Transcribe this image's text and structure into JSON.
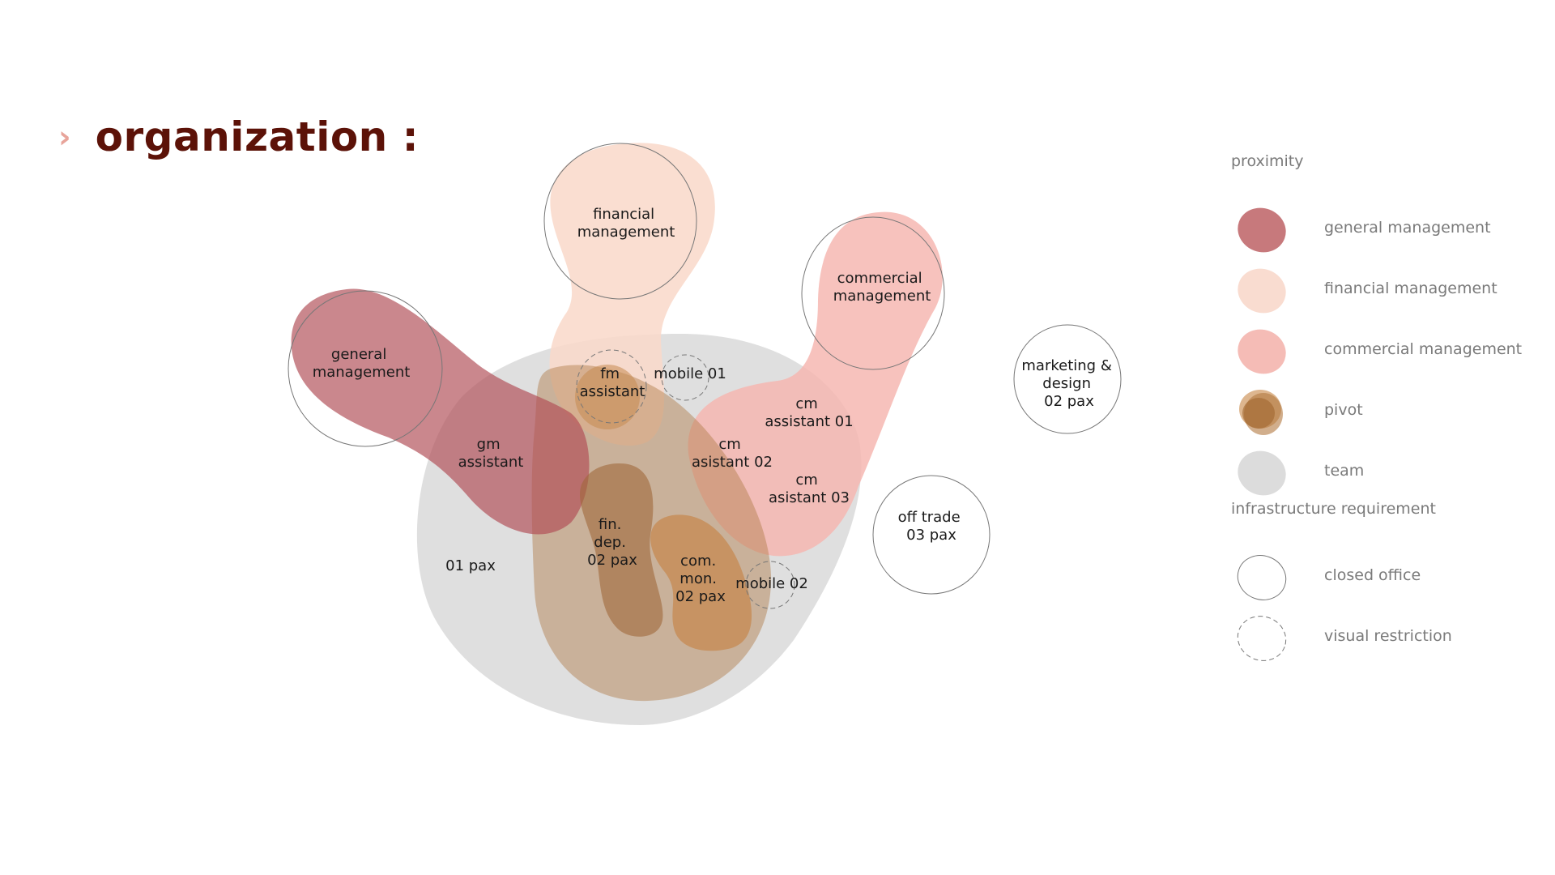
{
  "header": {
    "chevron": "›",
    "title": "organization :"
  },
  "colors": {
    "general_management": "#c7797c",
    "financial_management": "#f9dcd0",
    "commercial_management": "#f5bcb6",
    "pivot": "#b27840",
    "team": "#dcdcdc"
  },
  "nodes": {
    "financial_management": [
      "financial",
      "management"
    ],
    "commercial_management": [
      "commercial",
      "management"
    ],
    "general_management": [
      "general",
      "management"
    ],
    "marketing_design": [
      "marketing &",
      "design",
      "02 pax"
    ],
    "fm_assistant": [
      "fm",
      "assistant"
    ],
    "mobile_01": [
      "mobile 01"
    ],
    "cm_assistant_01": [
      "cm",
      "assistant 01"
    ],
    "cm_asistant_02": [
      "cm",
      "asistant 02"
    ],
    "cm_asistant_03": [
      "cm",
      "asistant 03"
    ],
    "gm_assistant": [
      "gm",
      "assistant"
    ],
    "off_trade": [
      "off trade",
      "03 pax"
    ],
    "fin_dep": [
      "fin.",
      "dep.",
      "02 pax"
    ],
    "com_mon": [
      "com.",
      "mon.",
      "02 pax"
    ],
    "mobile_02": [
      "mobile 02"
    ],
    "team_pax": [
      "01 pax"
    ]
  },
  "legend": {
    "proximity_heading": "proximity",
    "proximity_items": [
      {
        "label": "general management",
        "swatch": "general-management"
      },
      {
        "label": "financial management",
        "swatch": "financial-management"
      },
      {
        "label": "commercial management",
        "swatch": "commercial-management"
      },
      {
        "label": "pivot",
        "swatch": "pivot"
      },
      {
        "label": "team",
        "swatch": "team"
      }
    ],
    "infrastructure_heading": "infrastructure requirement",
    "infrastructure_items": [
      {
        "label": "closed office",
        "swatch": "closed-office"
      },
      {
        "label": "visual restriction",
        "swatch": "visual-restriction"
      }
    ]
  }
}
